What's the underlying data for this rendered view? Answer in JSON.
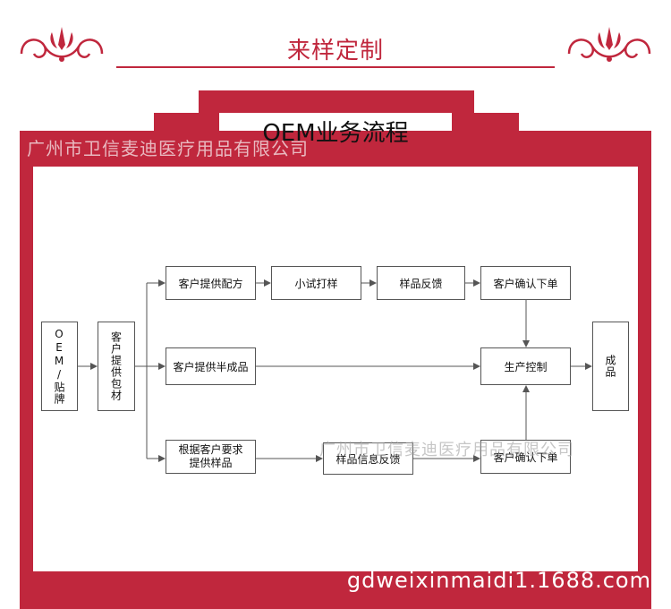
{
  "header": {
    "title": "来样定制"
  },
  "section": {
    "title": "OEM业务流程"
  },
  "watermarks": {
    "company_top": "广州市卫信麦迪医疗用品有限公司",
    "company_mid": "广州市卫信麦迪医疗用品有限公司"
  },
  "footer": {
    "url": "gdweixinmaidi1.1688.com"
  },
  "colors": {
    "brand_red": "#c0273d",
    "panel": "#ffffff",
    "line": "#555555"
  },
  "flow": {
    "oem": "OEM/贴牌",
    "packaging": "客户提供包材",
    "formula": "客户提供配方",
    "trial": "小试打样",
    "sample_feedback": "样品反馈",
    "confirm_top": "客户确认下单",
    "semi": "客户提供半成品",
    "production": "生产控制",
    "finished": "成品",
    "by_request": "根据客户要求\n提供样品",
    "info_feedback": "样品信息反馈",
    "confirm_bottom": "客户确认下单"
  }
}
